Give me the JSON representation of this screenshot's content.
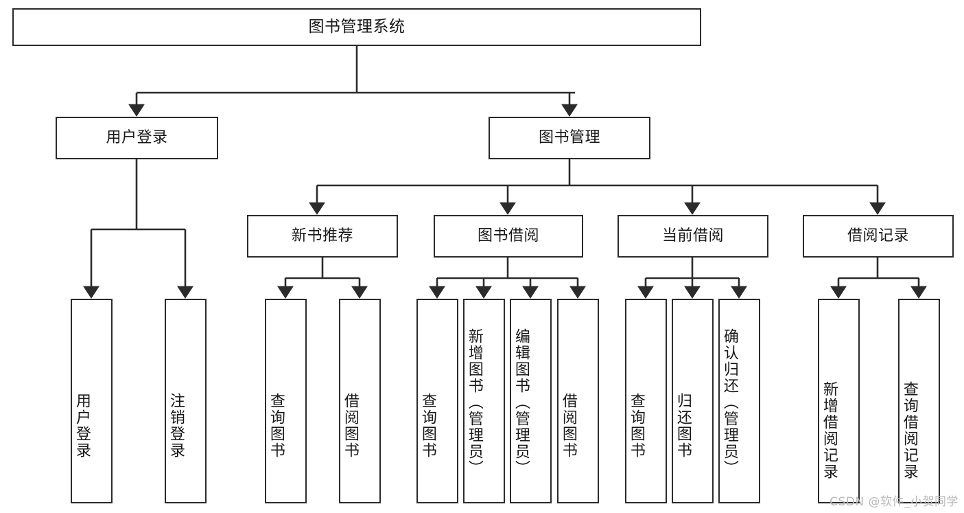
{
  "diagram": {
    "title": "图书管理系统",
    "root": {
      "label": "图书管理系统"
    },
    "level2": [
      {
        "label": "用户登录"
      },
      {
        "label": "图书管理"
      }
    ],
    "level3": [
      {
        "label": "新书推荐"
      },
      {
        "label": "图书借阅"
      },
      {
        "label": "当前借阅"
      },
      {
        "label": "借阅记录"
      }
    ],
    "leaves": {
      "user_login": [
        {
          "label": "用户登录"
        },
        {
          "label": "注销登录"
        }
      ],
      "new_book_recommend": [
        {
          "label": "查询图书"
        },
        {
          "label": "借阅图书"
        }
      ],
      "book_borrow": [
        {
          "label": "查询图书"
        },
        {
          "label": "新增图书（管理员）"
        },
        {
          "label": "编辑图书（管理员）"
        },
        {
          "label": "借阅图书"
        }
      ],
      "current_borrow": [
        {
          "label": "查询图书"
        },
        {
          "label": "归还图书"
        },
        {
          "label": "确认归还（管理员）"
        }
      ],
      "borrow_record": [
        {
          "label": "新增借阅记录"
        },
        {
          "label": "查询借阅记录"
        }
      ]
    }
  },
  "watermark": {
    "text": "CSDN @软件_小贺同学"
  },
  "colors": {
    "stroke": "#2b2b2b",
    "text": "#171717",
    "background": "#ffffff",
    "watermark": "#b9b9b9"
  }
}
